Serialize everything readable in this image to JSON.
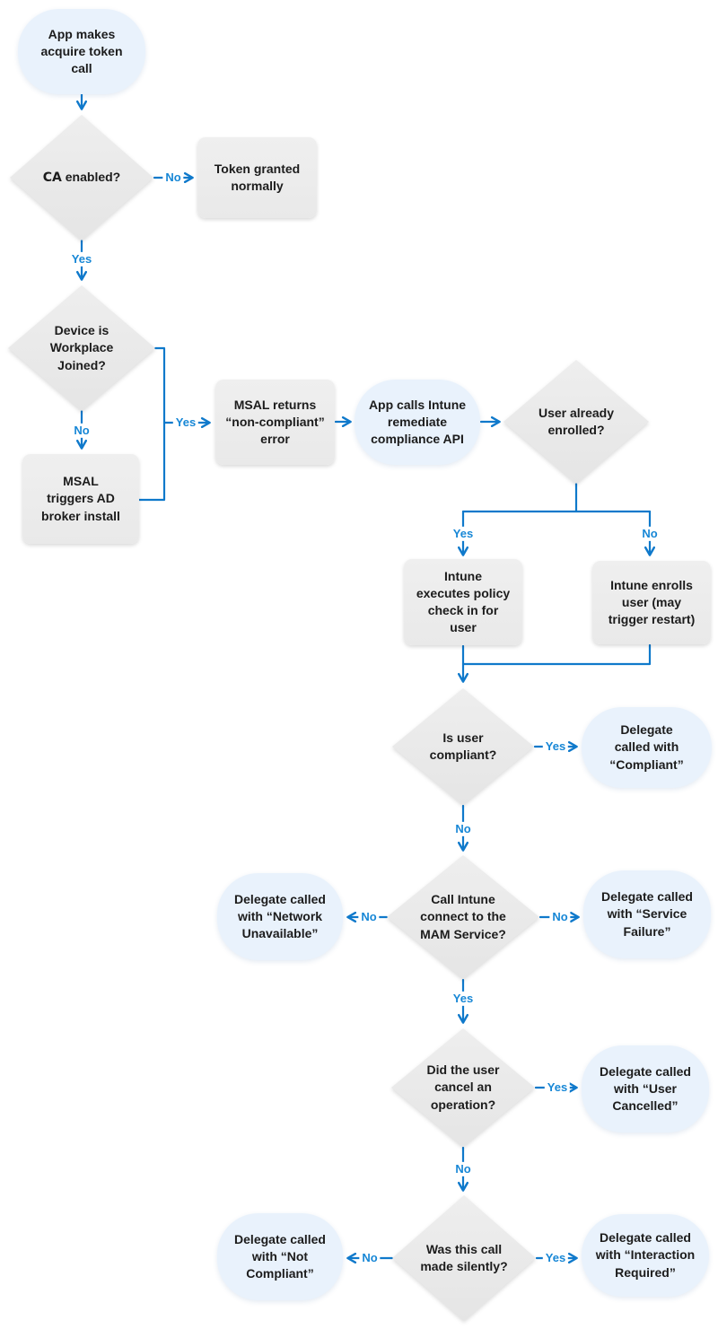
{
  "diagram": {
    "type": "flowchart",
    "colors": {
      "connector": "#0f79cb",
      "edge_label": "#1787d6",
      "decision_fill": "#e9e9e9",
      "process_fill": "#ececec",
      "terminator_fill": "#e9f2fc",
      "text": "#1c1c1c",
      "background": "#ffffff"
    },
    "nodes": {
      "start": {
        "type": "terminator",
        "label": "App makes\nacquire token\ncall"
      },
      "ca_enabled": {
        "type": "decision",
        "label_strong": "CA",
        "label_rest": " enabled?"
      },
      "token_granted": {
        "type": "process",
        "label": "Token granted\nnormally"
      },
      "workplace_joined": {
        "type": "decision",
        "label": "Device is\nWorkplace\nJoined?"
      },
      "broker_install": {
        "type": "process",
        "label": "MSAL\ntriggers AD\nbroker install"
      },
      "noncompliant_error": {
        "type": "process",
        "label": "MSAL returns\n“non-compliant”\nerror"
      },
      "remediate_api": {
        "type": "terminator",
        "label": "App calls Intune\nremediate\ncompliance API"
      },
      "already_enrolled": {
        "type": "decision",
        "label": "User already\nenrolled?"
      },
      "policy_checkin": {
        "type": "process",
        "label": "Intune\nexecutes policy\ncheck in for\nuser"
      },
      "enrolls_user": {
        "type": "process",
        "label": "Intune enrolls\nuser (may\ntrigger restart)"
      },
      "is_compliant": {
        "type": "decision",
        "label": "Is user\ncompliant?"
      },
      "delegate_compliant": {
        "type": "terminator",
        "label": "Delegate\ncalled with\n“Compliant”"
      },
      "mam_connect": {
        "type": "decision",
        "label": "Call Intune\nconnect to the\nMAM Service?"
      },
      "delegate_network": {
        "type": "terminator",
        "label": "Delegate called\nwith “Network\nUnavailable”"
      },
      "delegate_service": {
        "type": "terminator",
        "label": "Delegate called\nwith “Service\nFailure”"
      },
      "user_cancel": {
        "type": "decision",
        "label": "Did the user\ncancel an\noperation?"
      },
      "delegate_cancelled": {
        "type": "terminator",
        "label": "Delegate called\nwith “User\nCancelled”"
      },
      "silent_call": {
        "type": "decision",
        "label": "Was this call\nmade silently?"
      },
      "delegate_notcompliant": {
        "type": "terminator",
        "label": "Delegate called\nwith “Not\nCompliant”"
      },
      "delegate_interaction": {
        "type": "terminator",
        "label": "Delegate called\nwith “Interaction\nRequired”"
      }
    },
    "edge_labels": {
      "ca_no": "No",
      "ca_yes": "Yes",
      "wpj_yes": "Yes",
      "wpj_no": "No",
      "enrolled_yes": "Yes",
      "enrolled_no": "No",
      "compliant_yes": "Yes",
      "compliant_no": "No",
      "mam_no_left": "No",
      "mam_no_right": "No",
      "mam_yes": "Yes",
      "cancel_yes": "Yes",
      "cancel_no": "No",
      "silent_no": "No",
      "silent_yes": "Yes"
    }
  }
}
